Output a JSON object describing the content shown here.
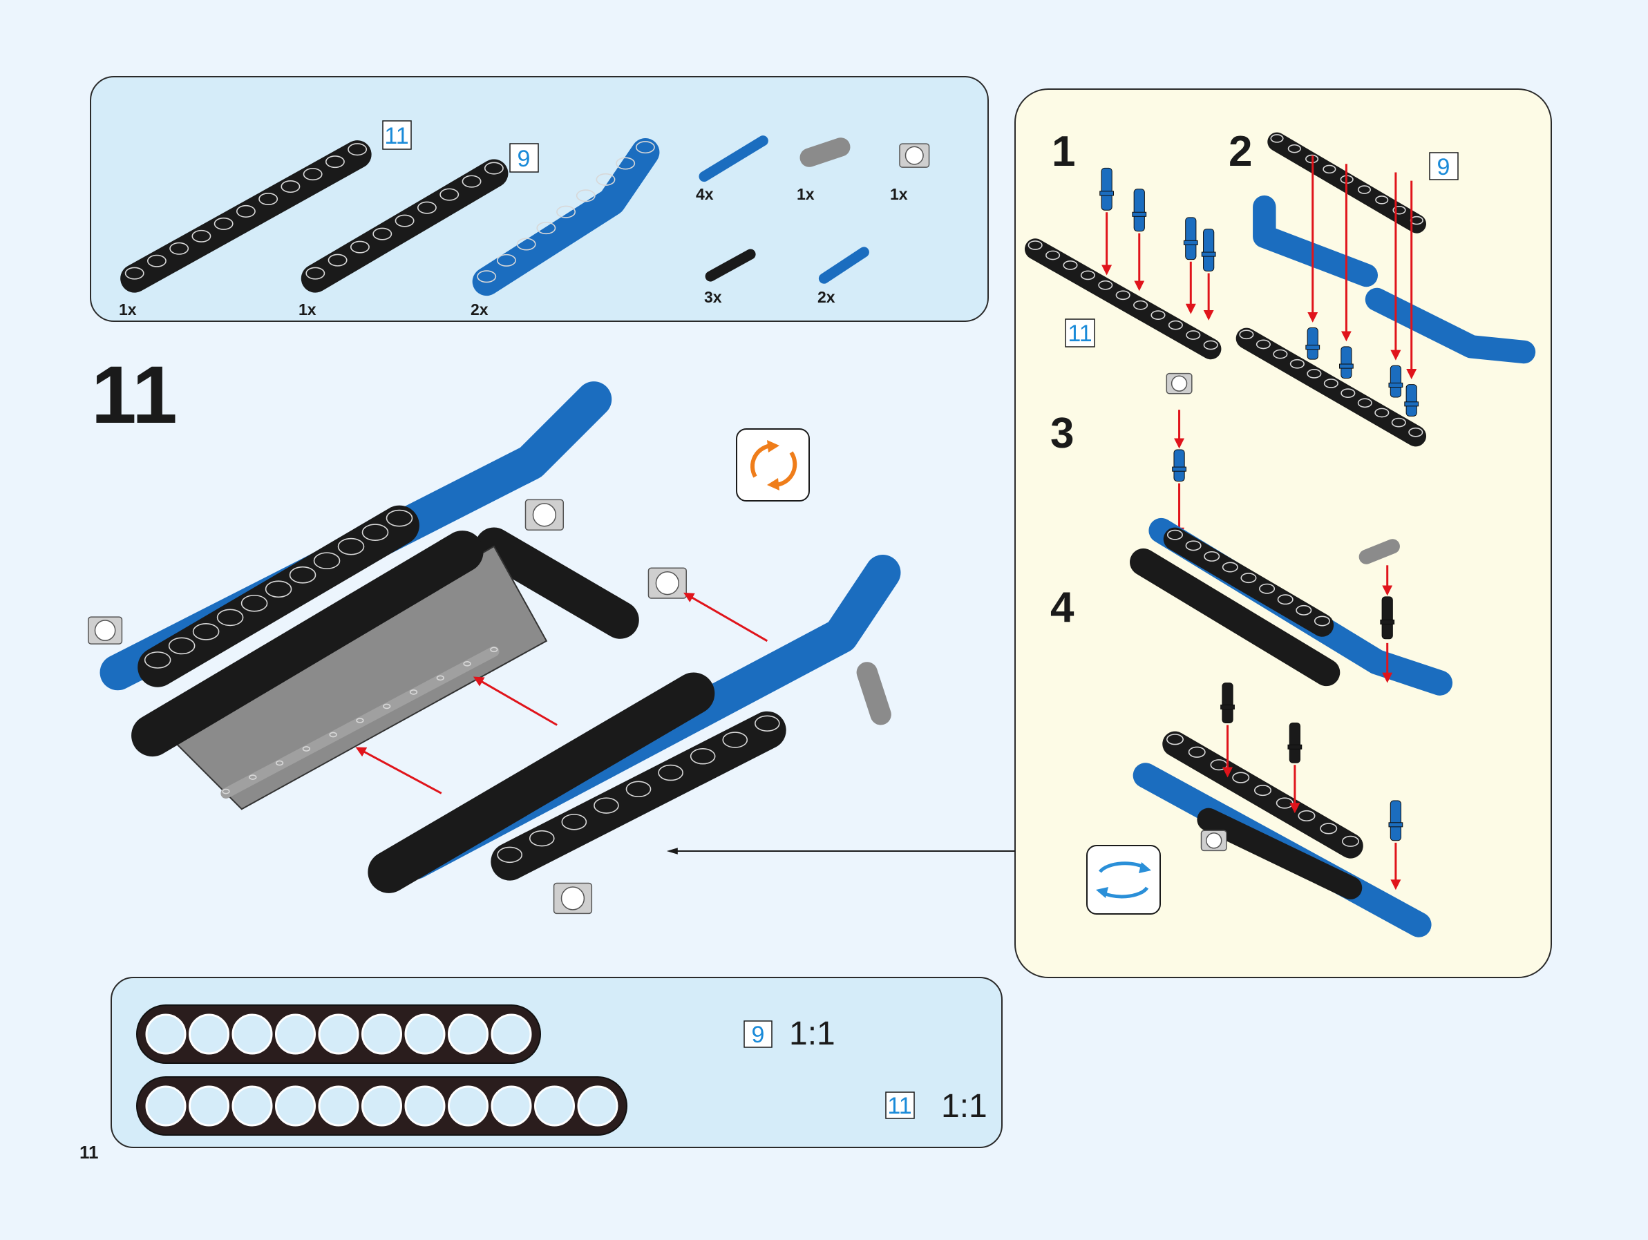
{
  "parts_list": {
    "items": [
      {
        "part": "black-beam-11",
        "qty": "1x",
        "length_label": "11"
      },
      {
        "part": "black-beam-9",
        "qty": "1x",
        "length_label": "9"
      },
      {
        "part": "blue-bent-beam",
        "qty": "2x"
      },
      {
        "part": "blue-pin",
        "qty": "4x"
      },
      {
        "part": "grey-pin-connector",
        "qty": "1x"
      },
      {
        "part": "light-grey-axle-connector",
        "qty": "1x"
      },
      {
        "part": "black-pin",
        "qty": "3x"
      },
      {
        "part": "blue-short-pin",
        "qty": "2x"
      }
    ]
  },
  "step_number": "11",
  "sub_steps": {
    "labels": [
      "1",
      "2",
      "3",
      "4"
    ],
    "length_labels": {
      "step1": "11",
      "step2": "9"
    },
    "rotate_icon": "rotate-model-icon"
  },
  "main_rotate_icon": "rotate-model-icon",
  "ruler": [
    {
      "length_label": "9",
      "scale": "1:1",
      "holes": 9
    },
    {
      "length_label": "11",
      "scale": "1:1",
      "holes": 11
    }
  ],
  "page_number": "11",
  "colors": {
    "page_bg": "#ecf5fd",
    "panel_blue": "#d5ecf9",
    "panel_cream": "#fdfbe6",
    "brick_blue": "#1b6dbf",
    "brick_black": "#1a1a1a",
    "brick_grey": "#8b8b8b",
    "brick_lightgrey": "#cfcfcf",
    "arrow_red": "#e0141b",
    "rotate_orange": "#ef7d1a",
    "rotate_blue": "#2a8fd8",
    "label_blue": "#1a8ad8"
  }
}
